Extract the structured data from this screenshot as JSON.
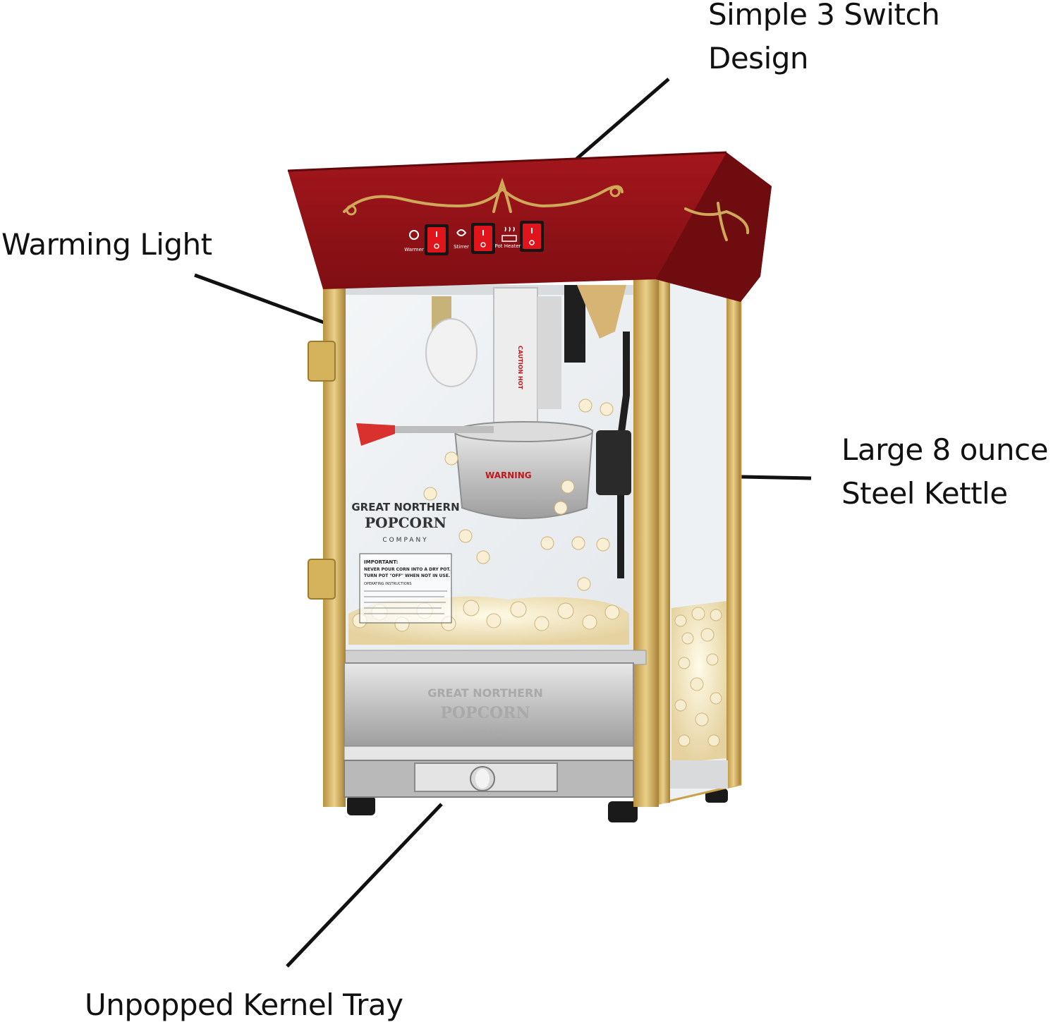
{
  "callouts": {
    "switch": {
      "line1": "Simple 3 Switch",
      "line2": "Design"
    },
    "light": "Warming Light",
    "kettle": {
      "line1": "Large 8 ounce",
      "line2": "Steel Kettle"
    },
    "tray": "Unpopped Kernel Tray"
  },
  "switch_labels": {
    "warmer": "Warmer",
    "stirrer": "Stirrer",
    "heater": "Pot Heater"
  },
  "brand": {
    "line1": "GREAT NORTHERN",
    "line2": "POPCORN",
    "line3": "COMPANY"
  },
  "notice": {
    "title": "IMPORTANT:",
    "line1": "NEVER POUR CORN INTO A DRY POT.",
    "line2": "TURN POT \"OFF\" WHEN NOT IN USE.",
    "sub": "OPERATING INSTRUCTIONS"
  },
  "kettle_warning": "WARNING",
  "caution": "CAUTION HOT",
  "colors": {
    "cabinet_red": "#8e1217",
    "trim_gold": "#c9a14a",
    "switch_red": "#e0141b",
    "steel": "#c8c8c8"
  }
}
